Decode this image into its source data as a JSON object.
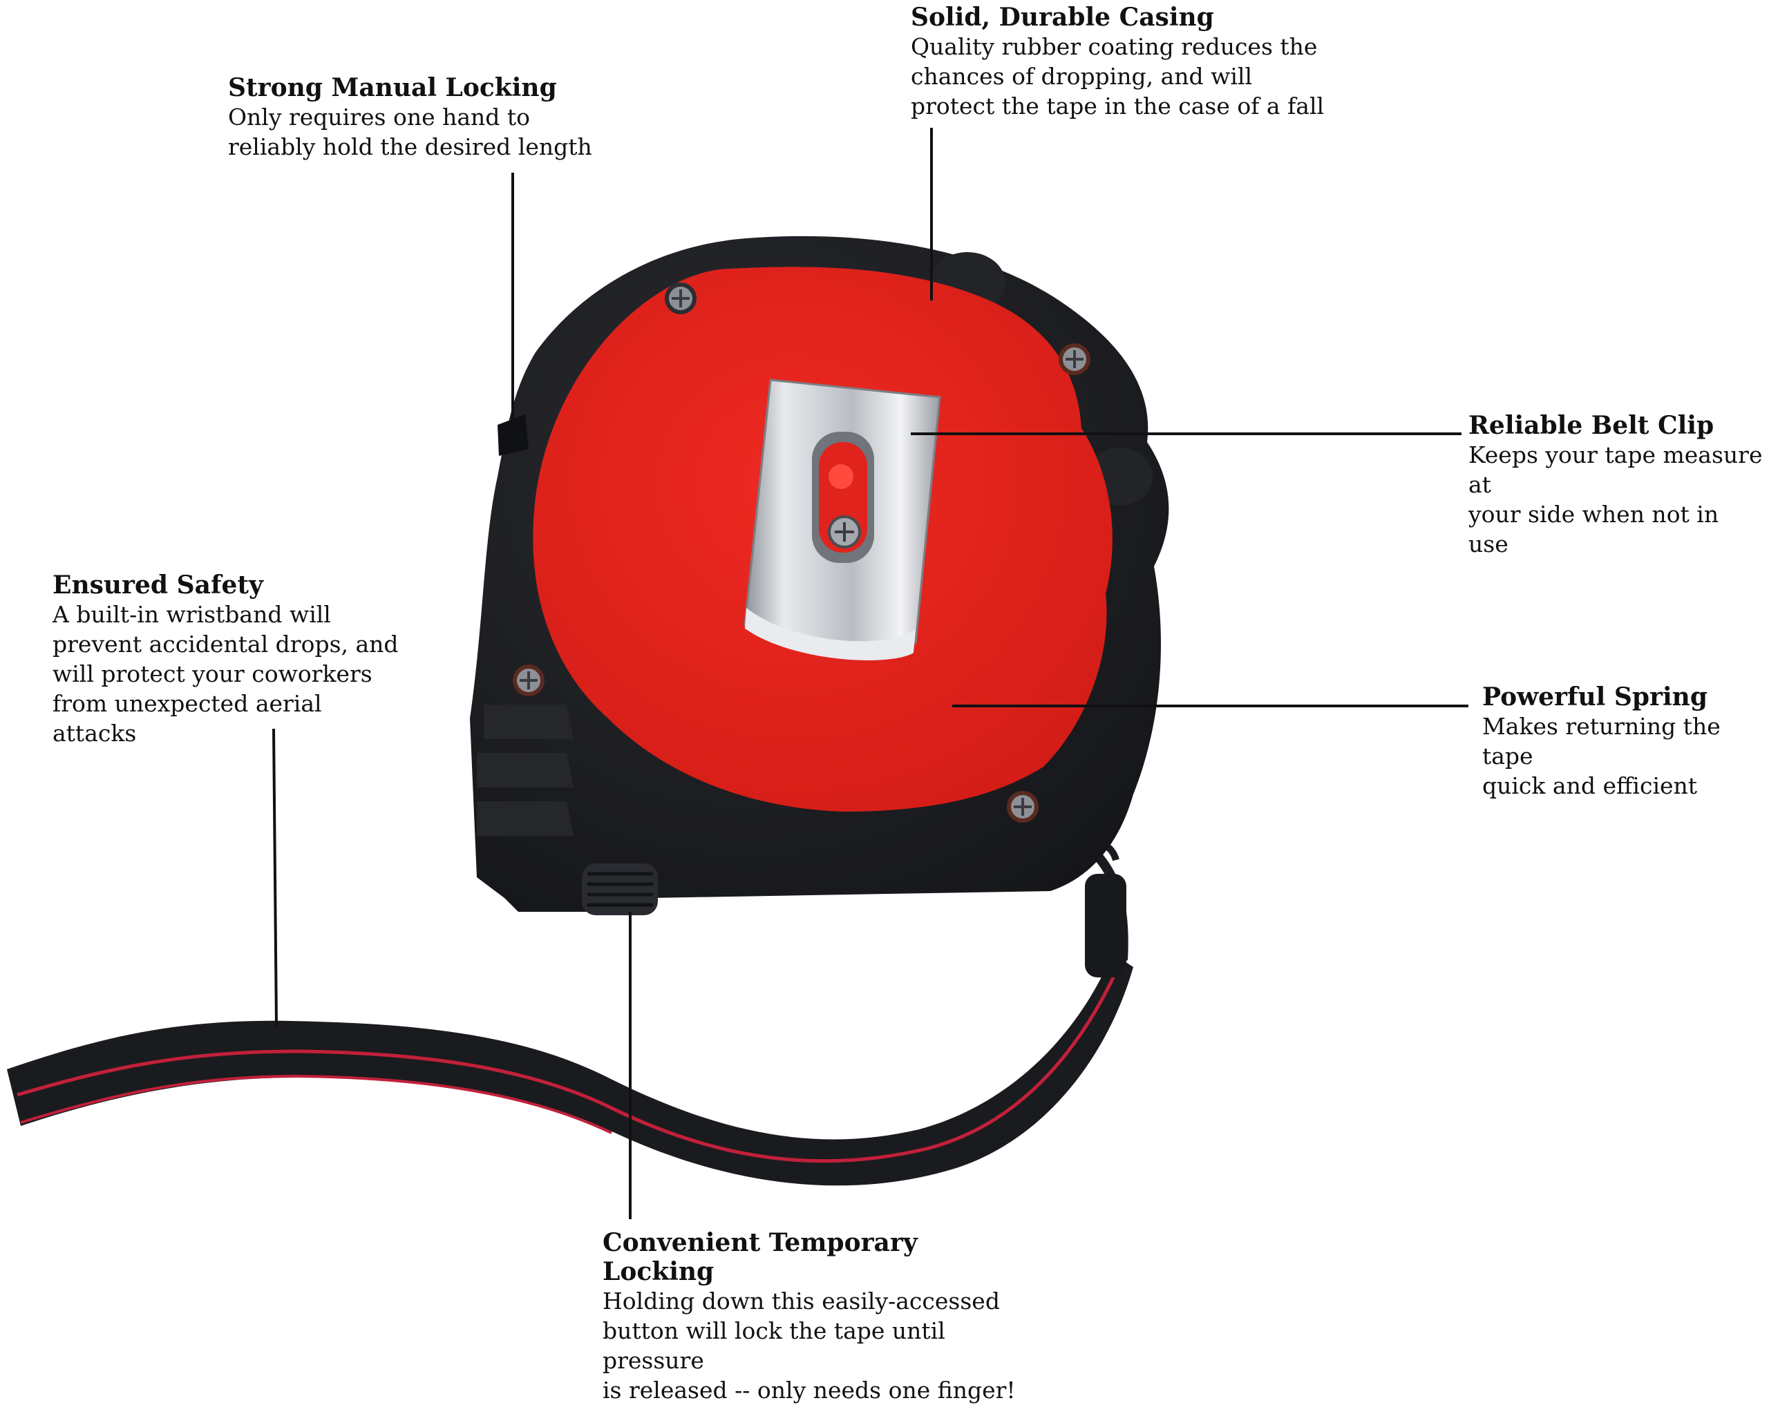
{
  "callouts": {
    "casing": {
      "title": "Solid, Durable Casing",
      "line1": "Quality rubber coating reduces the",
      "line2": "chances of dropping, and will",
      "line3": "protect the tape in the case of a fall"
    },
    "locking": {
      "title": "Strong Manual Locking",
      "line1": "Only requires one hand to",
      "line2": "reliably hold the desired length"
    },
    "clip": {
      "title": "Reliable Belt Clip",
      "line1": "Keeps your tape measure at",
      "line2": "your side when not in use"
    },
    "safety": {
      "title": "Ensured Safety",
      "line1": "A built-in wristband will",
      "line2": "prevent accidental drops, and",
      "line3": "will protect your coworkers",
      "line4": "from unexpected aerial attacks"
    },
    "spring": {
      "title": "Powerful Spring",
      "line1": "Makes returning the tape",
      "line2": "quick and efficient"
    },
    "temp": {
      "title": "Convenient Temporary Locking",
      "line1": "Holding down this easily-accessed",
      "line2": "button will lock the tape until pressure",
      "line3": "is released -- only needs one finger!"
    }
  },
  "colors": {
    "casing": "#1b1c20",
    "face": "#e0231c",
    "clip": "#c9ccd1",
    "strap_accent": "#c2203a",
    "text": "#111111"
  },
  "icons": [
    "tape-measure-icon",
    "belt-clip-icon",
    "screw-icon",
    "wrist-strap-icon",
    "lock-button-icon"
  ]
}
